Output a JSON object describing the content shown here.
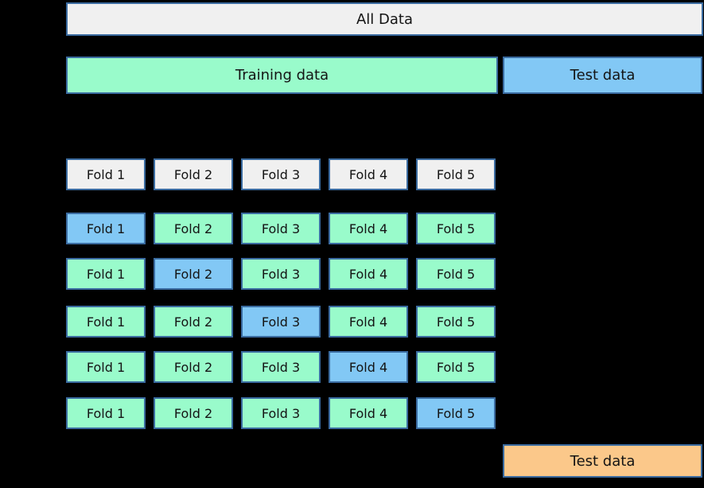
{
  "colors": {
    "background": "#000000",
    "box_border": "#3A6BA0",
    "gray_fill": "#F0F0F0",
    "train_green": "#99FBCB",
    "highlight_blue": "#82C8F5",
    "final_test_orange": "#FBC88A",
    "text": "#141414"
  },
  "all_data": {
    "label": "All Data"
  },
  "top_split": {
    "training_label": "Training data",
    "test_label": "Test data"
  },
  "header_row": {
    "cells": [
      "Fold 1",
      "Fold 2",
      "Fold 3",
      "Fold 4",
      "Fold 5"
    ]
  },
  "grid": {
    "rows": [
      {
        "cells": [
          "Fold 1",
          "Fold 2",
          "Fold 3",
          "Fold 4",
          "Fold 5"
        ],
        "highlight_index": 0
      },
      {
        "cells": [
          "Fold 1",
          "Fold 2",
          "Fold 3",
          "Fold 4",
          "Fold 5"
        ],
        "highlight_index": 1
      },
      {
        "cells": [
          "Fold 1",
          "Fold 2",
          "Fold 3",
          "Fold 4",
          "Fold 5"
        ],
        "highlight_index": 2
      },
      {
        "cells": [
          "Fold 1",
          "Fold 2",
          "Fold 3",
          "Fold 4",
          "Fold 5"
        ],
        "highlight_index": 3
      },
      {
        "cells": [
          "Fold 1",
          "Fold 2",
          "Fold 3",
          "Fold 4",
          "Fold 5"
        ],
        "highlight_index": 4
      }
    ]
  },
  "final_test": {
    "label": "Test data"
  }
}
